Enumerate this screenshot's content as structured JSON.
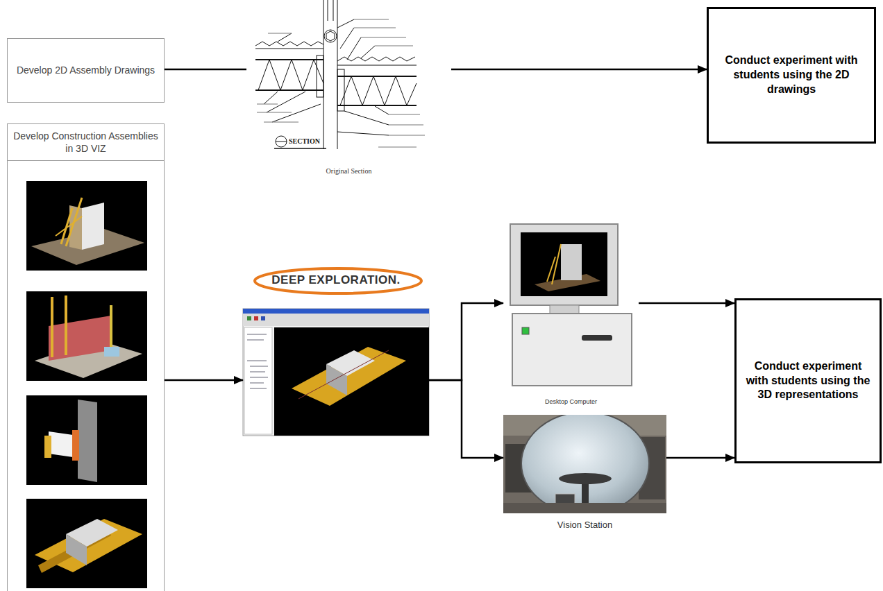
{
  "diagram": {
    "nodes": [
      {
        "text": [
          "Develop 2D Assembly Drawings"
        ]
      },
      {
        "text": [
          "Original Section"
        ]
      },
      {
        "text": [
          "Conduct experiment with students using the 2D drawings"
        ]
      },
      {
        "text": [
          "Develop Construction Assemblies in 3D VIZ"
        ]
      },
      {
        "text": [
          "DEEP EXPLORATION."
        ]
      },
      {
        "text": [
          "Desktop Computer"
        ]
      },
      {
        "text": [
          "Vision Station"
        ]
      },
      {
        "text": [
          "Conduct experiment with students using the 3D representations"
        ]
      }
    ],
    "edges": [
      {
        "from": 0,
        "to": 1,
        "arrow": "none"
      },
      {
        "from": 1,
        "to": 2,
        "arrow": "to"
      },
      {
        "from": 3,
        "to": 4,
        "arrow": "to"
      },
      {
        "from": 4,
        "to": 5,
        "arrow": "to"
      },
      {
        "from": 4,
        "to": 6,
        "arrow": "to"
      },
      {
        "from": 5,
        "to": 7,
        "arrow": "to"
      },
      {
        "from": 6,
        "to": 7,
        "arrow": "to"
      }
    ],
    "labels": [
      "SECTION"
    ]
  }
}
